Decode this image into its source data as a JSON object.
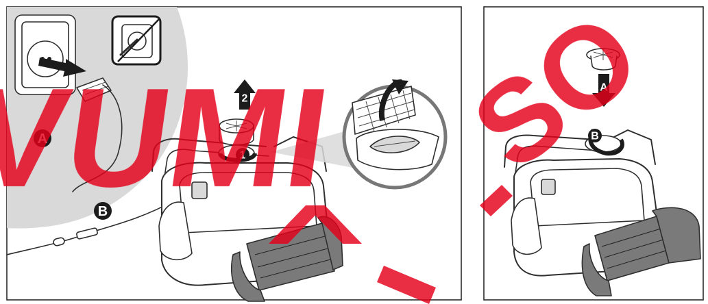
{
  "left_panel": {
    "label_a": "A",
    "label_b": "B",
    "step_1": "1",
    "step_2": "2"
  },
  "right_panel": {
    "label_a": "A",
    "label_b": "B"
  },
  "watermark": {
    "text_left": "VUMI",
    "text_right": "SO",
    "color": "#e4001b"
  },
  "icons": [
    "wall-socket-icon",
    "no-plug-icon",
    "leaf-icon",
    "grid-filter-icon"
  ]
}
